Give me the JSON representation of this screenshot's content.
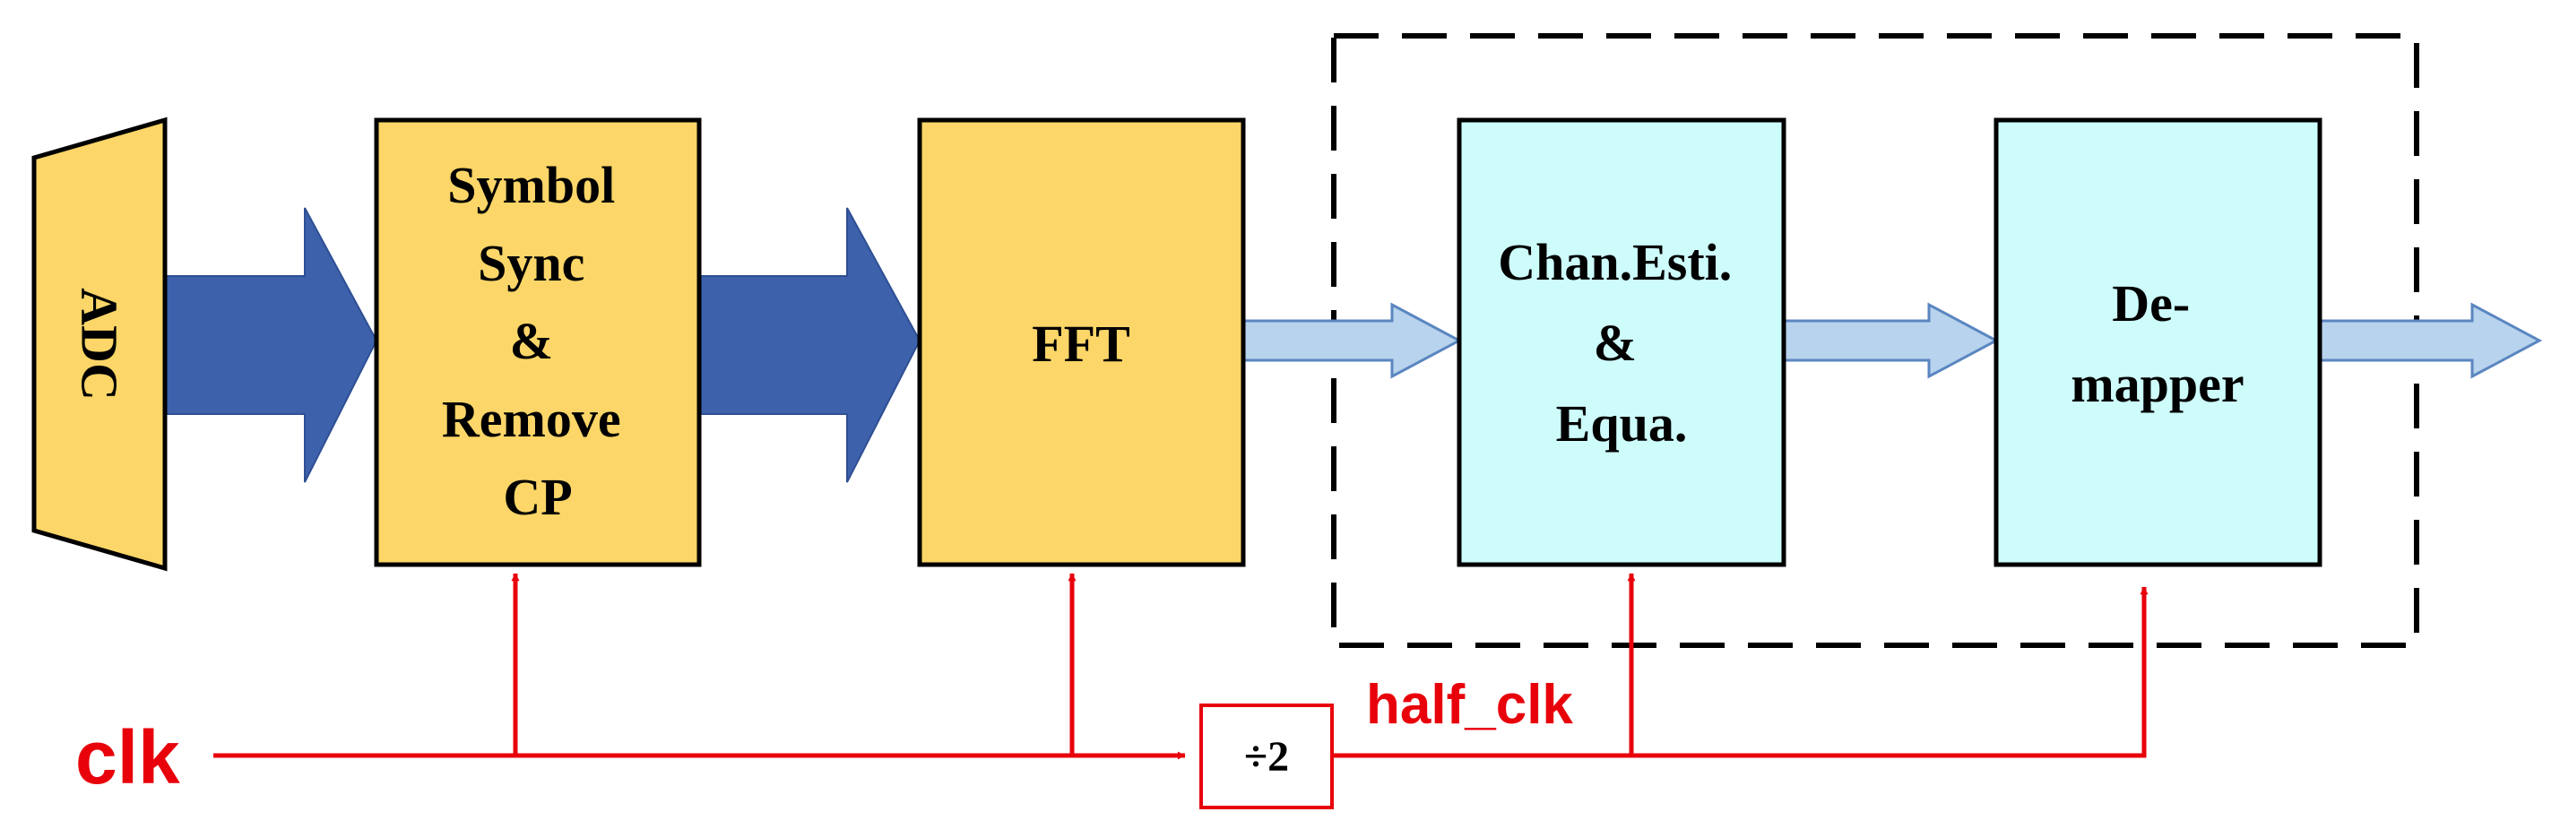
{
  "colors": {
    "yellow_block": "#fcd668",
    "cyan_block": "#cdfcfb",
    "thick_arrow": "#3d61ab",
    "light_arrow": "#b8d3ed",
    "light_arrow_stroke": "#5a86c0",
    "clock_red": "#e8000b",
    "outline": "#000000"
  },
  "blocks": {
    "adc": {
      "label": "ADC"
    },
    "symbol_sync": {
      "lines": [
        "Symbol",
        "Sync",
        "&",
        "Remove",
        "CP"
      ]
    },
    "fft": {
      "lines": [
        "FFT"
      ]
    },
    "chan_est": {
      "lines": [
        "Chan.Esti.",
        "&",
        "Equa."
      ]
    },
    "demapper": {
      "lines": [
        "De-",
        "mapper"
      ]
    }
  },
  "clock": {
    "input_label": "clk",
    "half_label": "half_clk",
    "divider_label": "÷2"
  }
}
